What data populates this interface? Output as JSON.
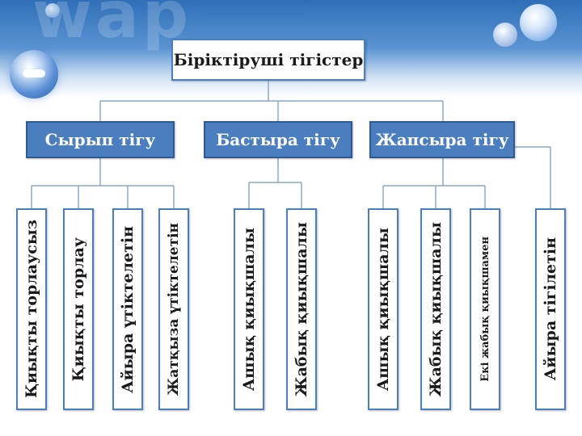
{
  "root": {
    "label": "Біріктіруші тігістер"
  },
  "groups": [
    {
      "label": "Сырып тігу",
      "children": [
        "Қиықты торлаусыз",
        "Қиықты торлау",
        "Айыра үтіктелетін",
        "Жатқыза үтіктелетін"
      ]
    },
    {
      "label": "Бастыра тігу",
      "children": [
        "Ашық қиықшалы",
        "Жабық қиықшалы"
      ]
    },
    {
      "label": "Жапсыра тігу",
      "children": [
        "Ашық қиықшалы",
        "Жабық қиықшалы",
        "Екі жабық қиықшамен"
      ]
    }
  ],
  "extra": {
    "label": "Айыра тігілетін"
  },
  "colors": {
    "box_fill": "#4a7ebf",
    "box_border": "#2d5a93",
    "line": "#8aa9cf"
  }
}
